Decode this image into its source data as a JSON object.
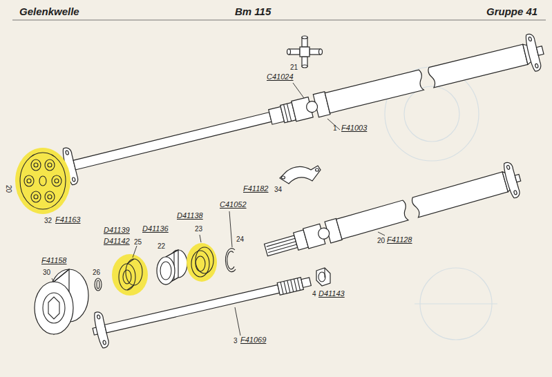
{
  "diagram": {
    "title": "Gelenkwelle",
    "labels": [
      "Bm 115",
      "Gruppe 41",
      "21",
      "C41024",
      "1",
      "F41003",
      "20",
      "F41182",
      "34",
      "32",
      "F41163",
      "C41052",
      "D41138",
      "D41136",
      "D41139",
      "D41142",
      "25",
      "23",
      "24",
      "22",
      "20",
      "F41128",
      "F41158",
      "30",
      "26",
      "4",
      "D41143",
      "3",
      "F41069"
    ]
  }
}
